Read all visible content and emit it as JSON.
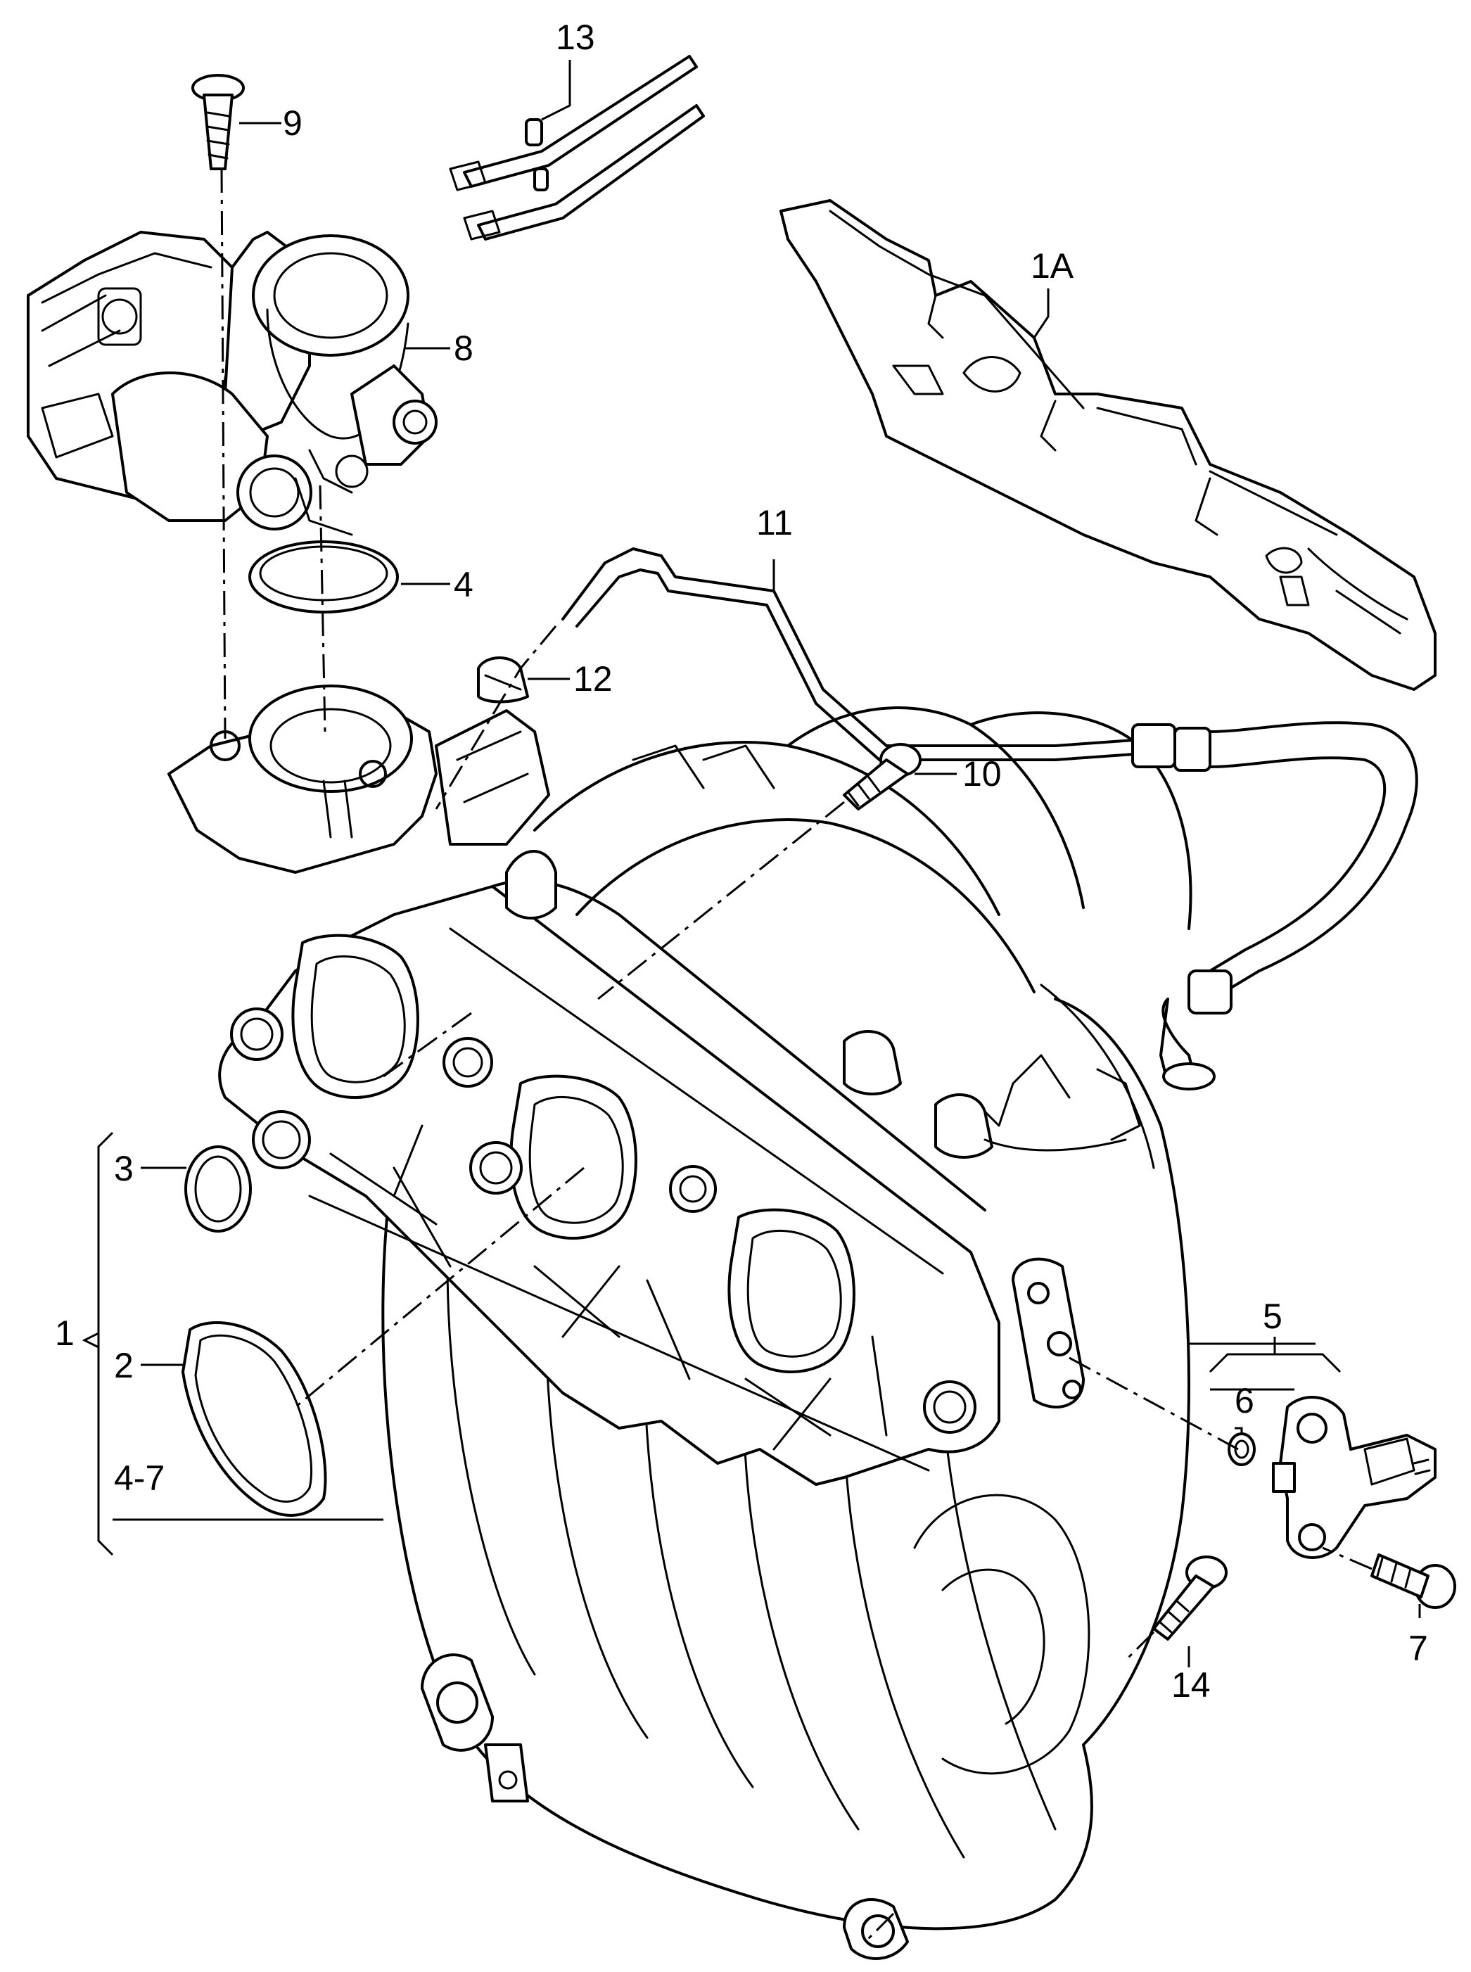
{
  "callouts": {
    "c1": "1",
    "c1a": "1A",
    "c2": "2",
    "c3": "3",
    "c4": "4",
    "c4_7": "4-7",
    "c5": "5",
    "c6": "6",
    "c7": "7",
    "c8": "8",
    "c9": "9",
    "c10": "10",
    "c11": "11",
    "c12": "12",
    "c13": "13",
    "c14": "14"
  },
  "colors": {
    "line": "#000000",
    "background": "#ffffff"
  }
}
